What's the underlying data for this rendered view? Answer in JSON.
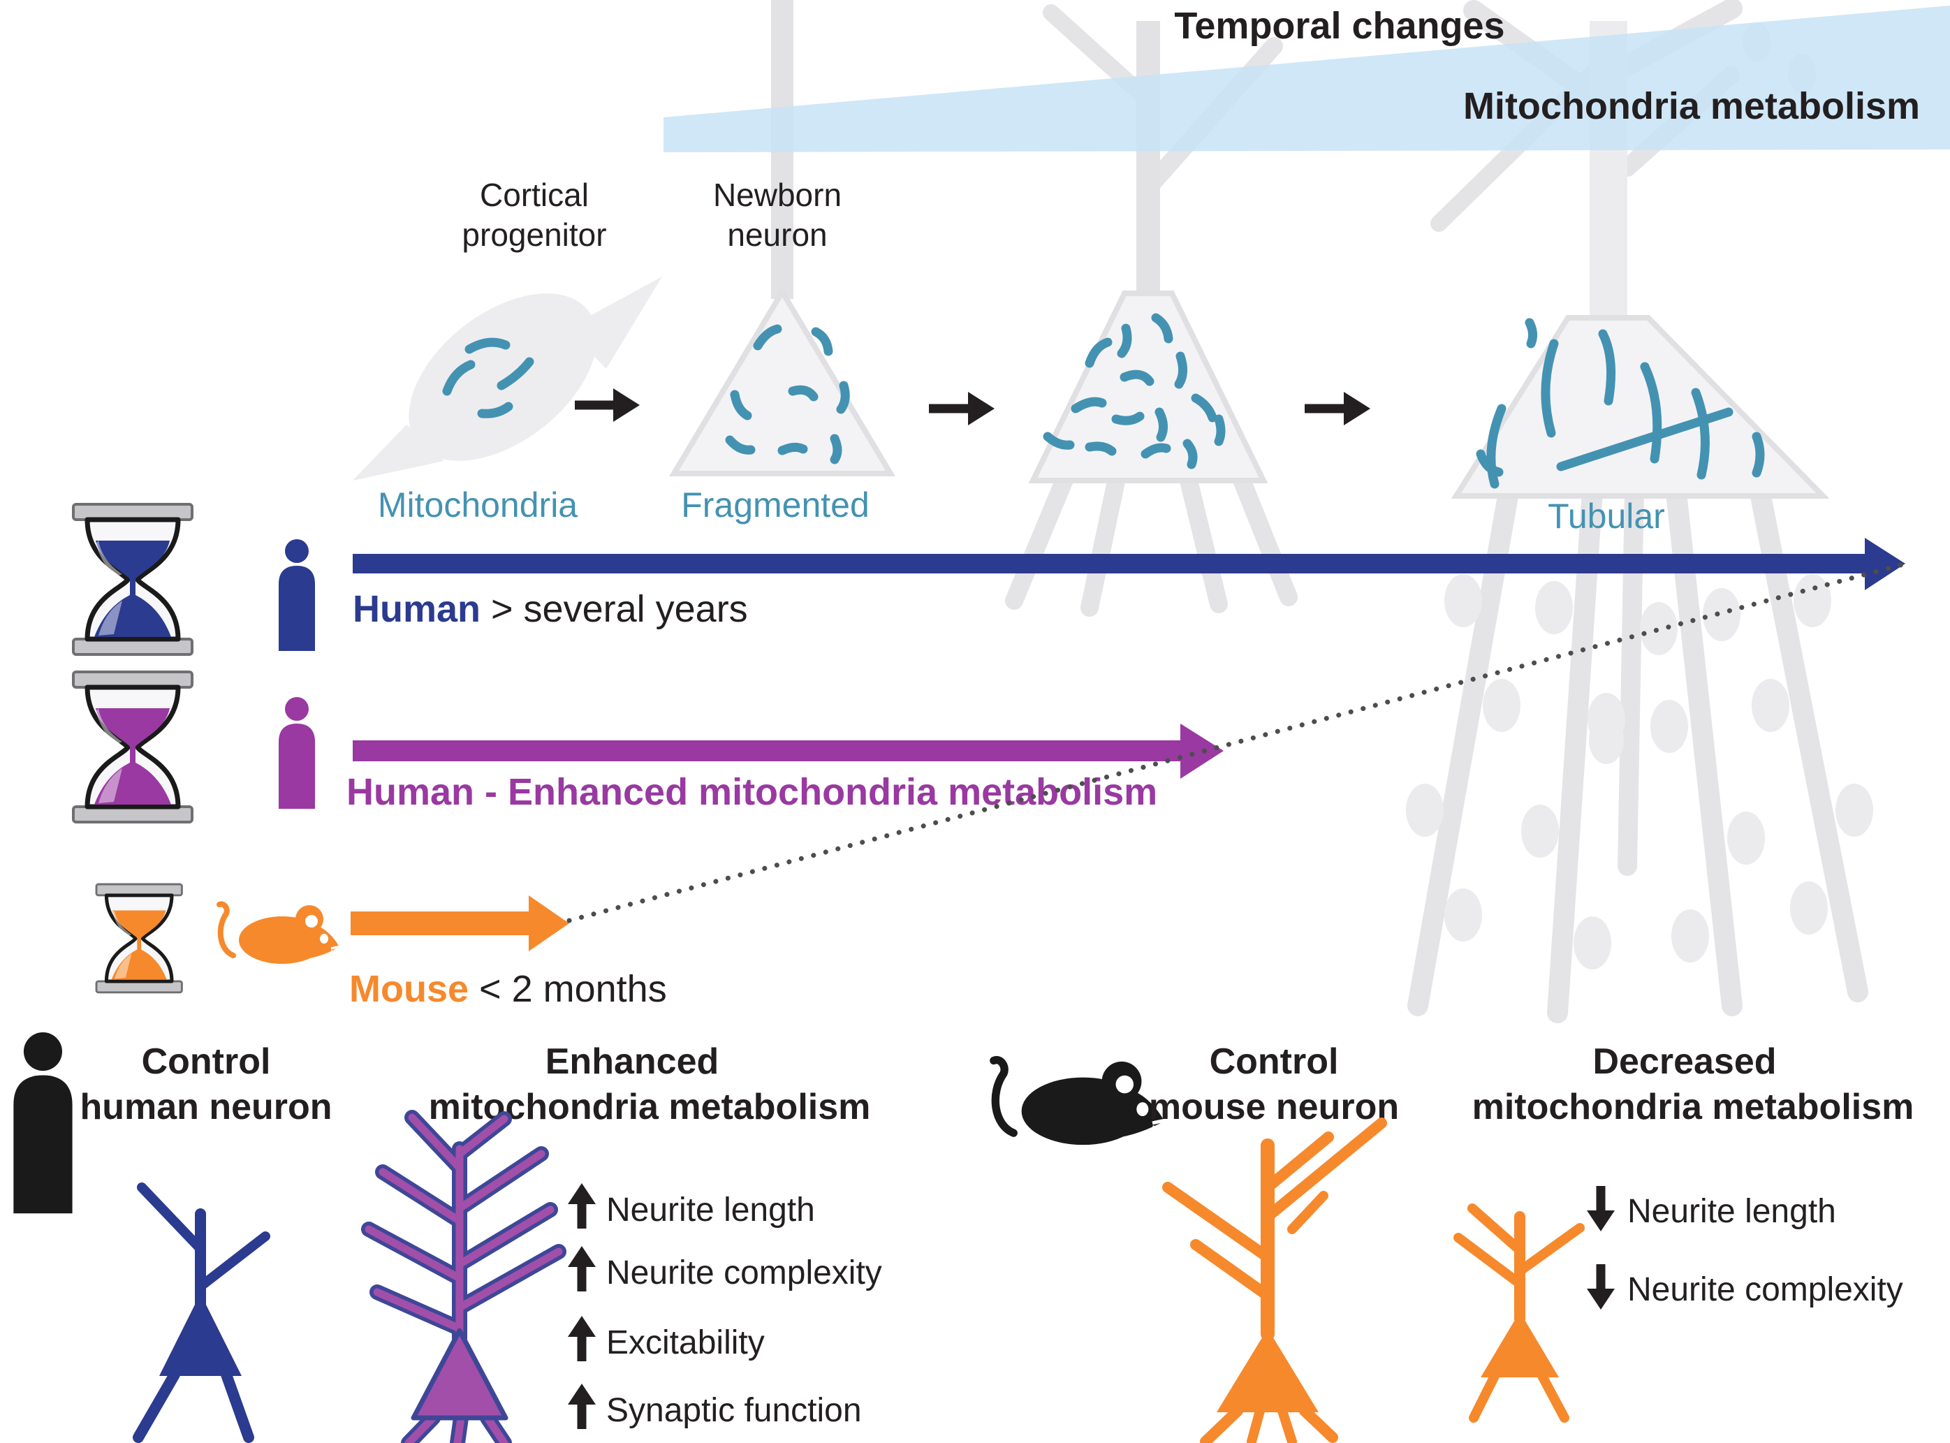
{
  "header": {
    "title": "Temporal changes",
    "wedge_label": "Mitochondria metabolism"
  },
  "stages": {
    "progenitor": {
      "line1": "Cortical",
      "line2": "progenitor"
    },
    "newborn": {
      "line1": "Newborn",
      "line2": "neuron"
    },
    "labels": {
      "mitochondria": "Mitochondria",
      "fragmented": "Fragmented",
      "tubular": "Tubular"
    }
  },
  "timelines": {
    "human": {
      "species": "Human",
      "duration": " > several years"
    },
    "enhanced": {
      "label": "Human - Enhanced mitochondria metabolism"
    },
    "mouse": {
      "species": "Mouse",
      "duration": " < 2 months"
    }
  },
  "panels": {
    "control_human": {
      "line1": "Control",
      "line2": "human neuron"
    },
    "enhanced": {
      "line1": "Enhanced",
      "line2": "mitochondria metabolism",
      "items": [
        "Neurite length",
        "Neurite complexity",
        "Excitability",
        "Synaptic function"
      ]
    },
    "control_mouse": {
      "line1": "Control",
      "line2": "mouse neuron"
    },
    "decreased": {
      "line1": "Decreased",
      "line2": "mitochondria metabolism",
      "items": [
        "Neurite length",
        "Neurite complexity"
      ]
    }
  },
  "colors": {
    "navy": "#2b3b8f",
    "purple": "#9939a1",
    "purple_fill": "#a24fa9",
    "orange": "#f6892c",
    "teal": "#4492b2",
    "wedge_blue": "#c8e3f6",
    "dotted_gray": "#4d4d4d",
    "cell_gray": "#ededef"
  }
}
